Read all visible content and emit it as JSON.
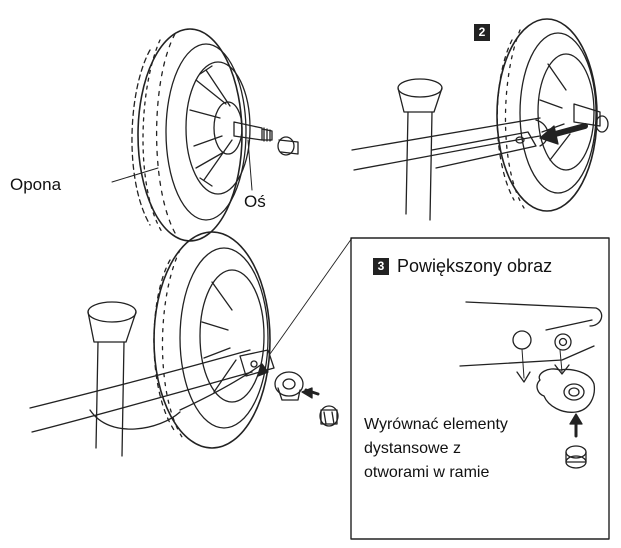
{
  "labels": {
    "tire": "Opona",
    "axle": "Oś",
    "zoom_title": "Powiększony obraz",
    "instruction": [
      "Wyrównać elementy",
      "dystansowe z",
      "otworami w ramie"
    ]
  },
  "steps": {
    "two": "2",
    "three": "3"
  },
  "colors": {
    "line": "#222222",
    "badge": "#222222",
    "badge_text": "#ffffff",
    "background": "#ffffff"
  }
}
